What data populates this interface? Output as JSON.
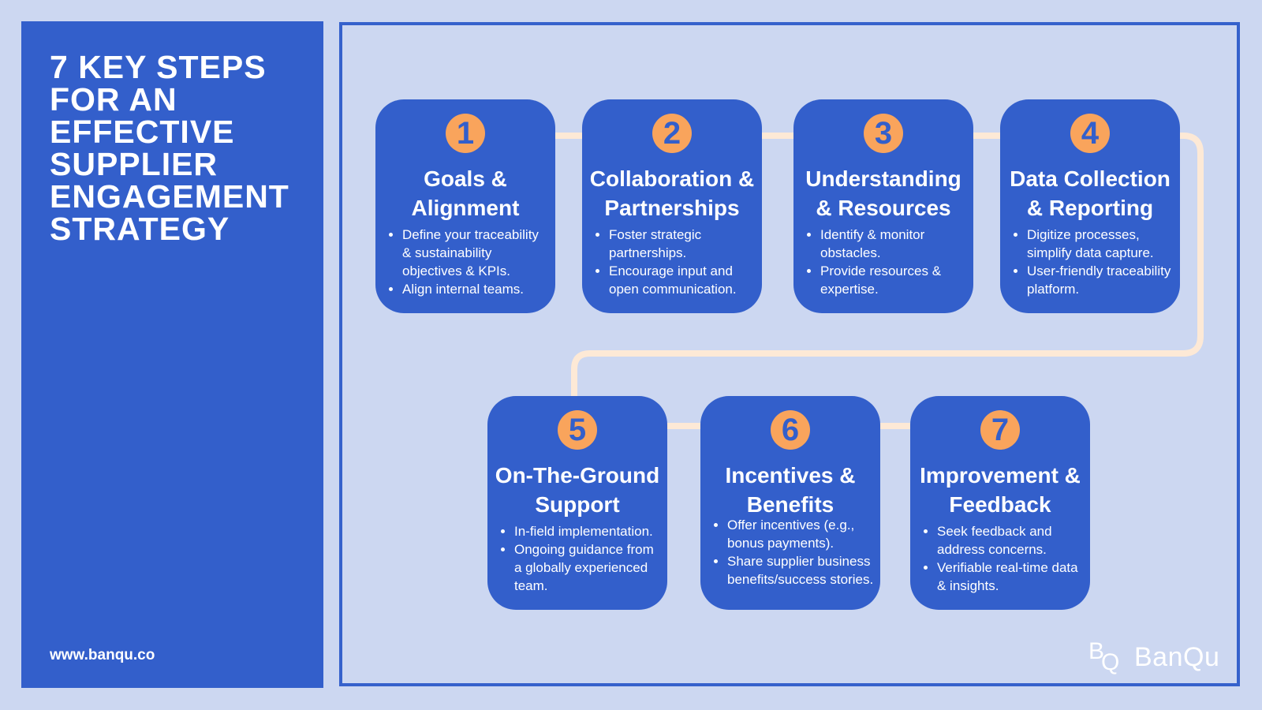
{
  "sidebar": {
    "title": "7 KEY STEPS FOR AN EFFECTIVE SUPPLIER ENGAGEMENT STRATEGY",
    "url": "www.banqu.co"
  },
  "colors": {
    "background": "#ccd7f1",
    "primary_blue": "#335fcb",
    "badge_orange": "#f9a45c",
    "connector": "#fde9d6",
    "text": "#ffffff"
  },
  "steps": [
    {
      "number": "1",
      "title": "Goals & Alignment",
      "bullets": [
        "Define your traceability & sustainability objectives & KPIs.",
        "Align internal teams."
      ]
    },
    {
      "number": "2",
      "title": "Collaboration & Partnerships",
      "bullets": [
        "Foster strategic partnerships.",
        "Encourage input and open communication."
      ]
    },
    {
      "number": "3",
      "title": "Understanding & Resources",
      "bullets": [
        "Identify & monitor obstacles.",
        "Provide resources & expertise."
      ]
    },
    {
      "number": "4",
      "title": "Data Collection & Reporting",
      "bullets": [
        "Digitize processes, simplify data capture.",
        "User-friendly traceability platform."
      ]
    },
    {
      "number": "5",
      "title": "On-The-Ground Support",
      "bullets": [
        "In-field implementation.",
        "Ongoing guidance from a globally experienced team."
      ]
    },
    {
      "number": "6",
      "title": "Incentives & Benefits",
      "bullets": [
        "Offer incentives (e.g., bonus payments).",
        "Share supplier business benefits/success stories."
      ]
    },
    {
      "number": "7",
      "title": "Improvement & Feedback",
      "bullets": [
        "Seek feedback and address concerns.",
        "Verifiable real-time data & insights."
      ]
    }
  ],
  "logo": {
    "wordmark": "BanQu",
    "icon": "banqu-bq-logo-icon"
  }
}
